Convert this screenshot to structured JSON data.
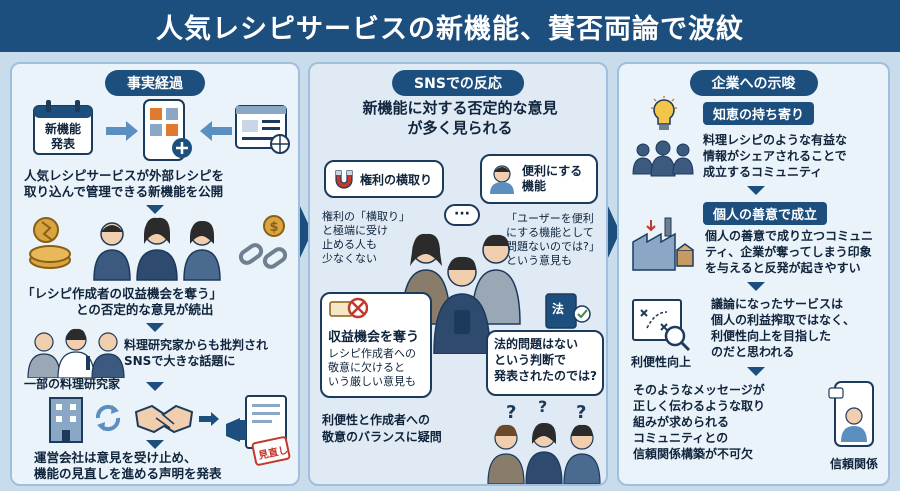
{
  "title": "人気レシピサービスの新機能、賛否両論で波紋",
  "left": {
    "header": "事実経過",
    "announce_label": "新機能\n発表",
    "step1": "人気レシピサービスが外部レシピを\n取り込んで管理できる新機能を公開",
    "step2_quote": "「レシピ作成者の収益機会を奪う」",
    "step2_line2": "との否定的な意見が続出",
    "step3": "料理研究家からも批判され\nSNSで大きな話題に",
    "step3_caption": "一部の料理研究家",
    "step4": "運営会社は意見を受け止め、\n機能の見直しを進める声明を発表",
    "review_stamp": "見直し"
  },
  "mid": {
    "header": "SNSでの反応",
    "headline": "新機能に対する否定的な意見\nが多く見られる",
    "bubble_rights": "権利の横取り",
    "rights_note": "権利の「横取り」\nと極端に受け\n止める人も\n少なくない",
    "bubble_convenient": "便利にする\n機能",
    "convenient_note": "「ユーザーを便利\nにする機能として\n問題ないのでは?」\nという意見も",
    "bubble_revenue_title": "収益機会を奪う",
    "bubble_revenue_body": "レシピ作成者への\n敬意に欠けると\nいう厳しい意見も",
    "law_badge": "法",
    "bubble_legal": "法的問題はない\nという判断で\n発表されたのでは?",
    "bottom": "利便性と作成者への\n敬意のバランスに疑問"
  },
  "right": {
    "header": "企業への示唆",
    "tag1": "知恵の持ち寄り",
    "text1": "料理レシピのような有益な\n情報がシェアされることで\n成立するコミュニティ",
    "tag2": "個人の善意で成立",
    "text2": "個人の善意で成り立つコミュニ\nティ、企業が奪ってしまう印象\nを与えると反発が起きやすい",
    "text3": "議論になったサービスは\n個人の利益搾取ではなく、\n利便性向上を目指した\nのだと思われる",
    "caption3": "利便性向上",
    "text4": "そのようなメッセージが\n正しく伝わるような取り\n組みが求められる\nコミュニティとの\n信頼関係構築が不可欠",
    "caption4": "信頼関係"
  },
  "colors": {
    "navy": "#1c4f7e",
    "panel": "#eaf3fa",
    "background": "#c9dcec",
    "accent_orange": "#e07a2e"
  }
}
